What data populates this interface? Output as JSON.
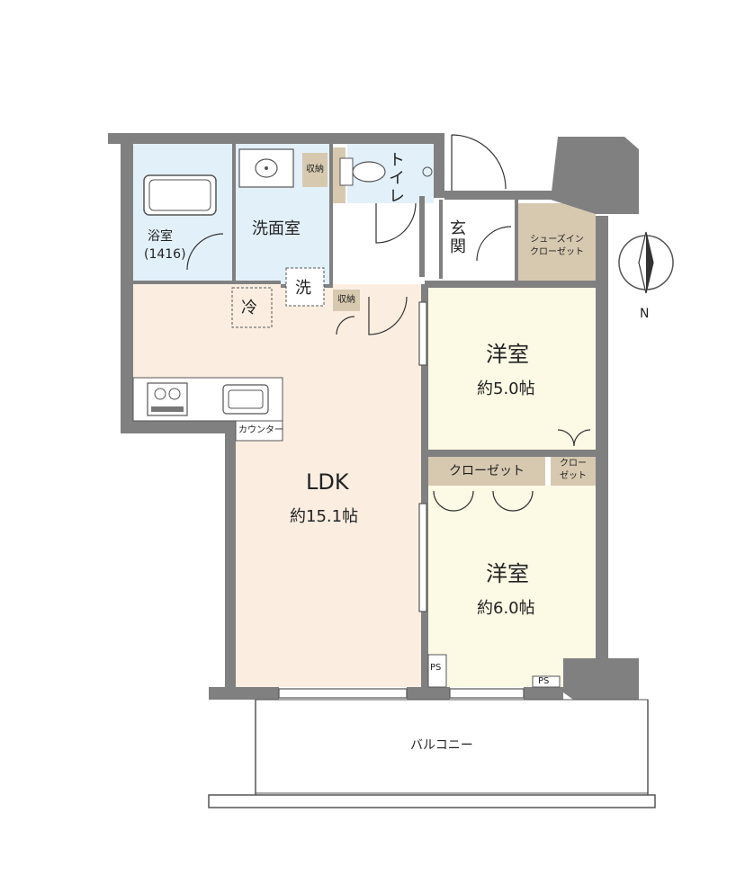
{
  "rooms": {
    "ldk": {
      "name": "LDK",
      "area": "約15.1帖"
    },
    "western1": {
      "name": "洋室",
      "area": "約5.0帖"
    },
    "western2": {
      "name": "洋室",
      "area": "約6.0帖"
    },
    "bath": {
      "name": "浴室",
      "size": "(1416)"
    },
    "washroom": {
      "name": "洗面室"
    },
    "toilet": {
      "name": "トイレ"
    },
    "entrance": {
      "name": "玄関"
    },
    "balcony": {
      "name": "バルコニー"
    }
  },
  "storage": {
    "shoe_closet": [
      "シューズイン",
      "クローゼット"
    ],
    "closet_main": "クローゼット",
    "closet_small": [
      "クロー",
      "ゼット"
    ],
    "storage_wash": "収納",
    "storage_hall": "収納"
  },
  "fixtures": {
    "fridge": "冷",
    "washer": "洗",
    "counter": "カウンター",
    "ps1": "PS",
    "ps2": "PS"
  },
  "compass": {
    "north": "N"
  },
  "colors": {
    "wall": "#808080",
    "ldk_floor": "#fbeee1",
    "bedroom_floor": "#fcf9e5",
    "wet_floor": "#e2f0fa",
    "storage": "#d7c9b0",
    "hall": "#ffffff"
  }
}
